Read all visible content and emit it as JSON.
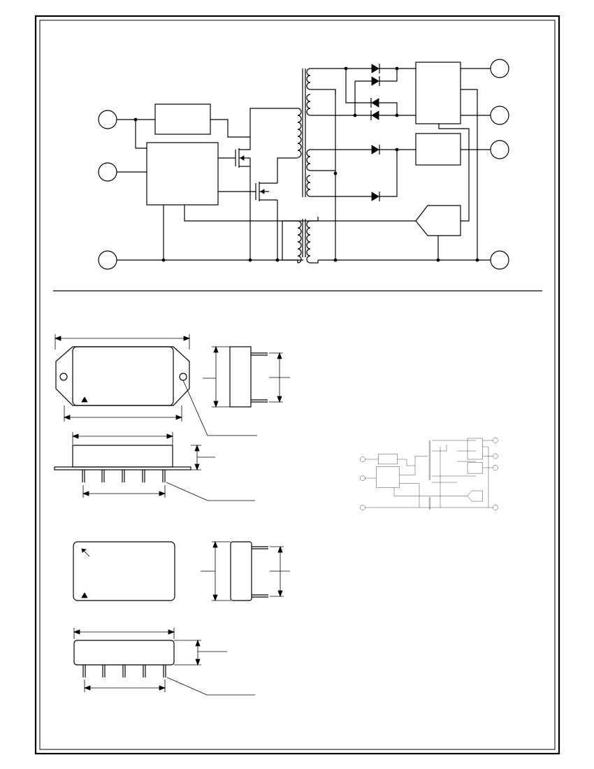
{
  "page": {
    "background": "#ffffff",
    "ink": "#000000"
  },
  "sections": [
    "block-diagram",
    "package-outline-tabbed",
    "package-outline-flat",
    "thumbnail-block-diagram"
  ],
  "text": []
}
